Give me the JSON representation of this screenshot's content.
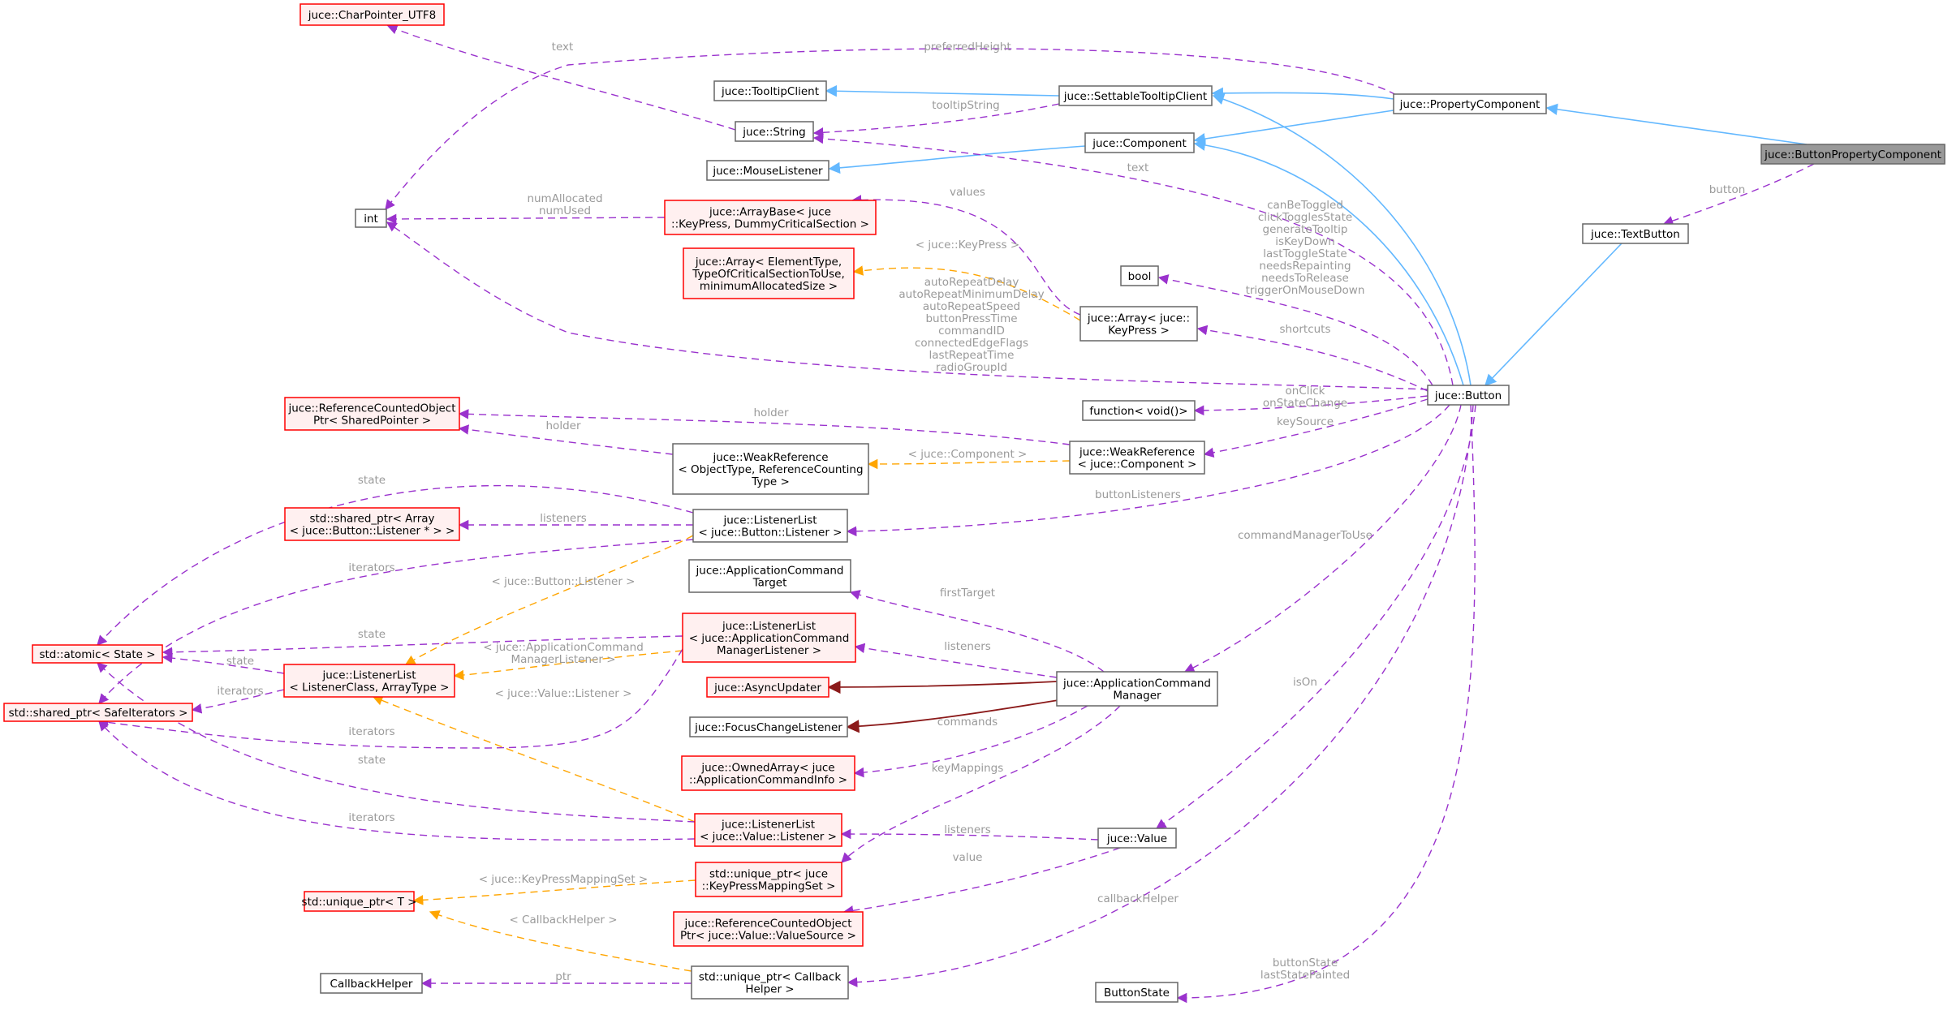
{
  "colors": {
    "node_border": "#666666",
    "node_border_incomplete": "#ff0000",
    "node_fill_incomplete": "#fff0f0",
    "node_fill_highlight": "#999999",
    "inherit_edge": "#63b8ff",
    "usage_edge": "#9a32cd",
    "template_edge": "#ffa500",
    "private_inherit_edge": "#8b1a1a",
    "edge_label": "#9a9a9a"
  },
  "nodes": {
    "charpointer": {
      "lines": [
        "juce::CharPointer_UTF8"
      ]
    },
    "tooltipclient": {
      "lines": [
        "juce::TooltipClient"
      ]
    },
    "settabletooltip": {
      "lines": [
        "juce::SettableTooltipClient"
      ]
    },
    "propertycomponent": {
      "lines": [
        "juce::PropertyComponent"
      ]
    },
    "buttonpropertycomponent": {
      "lines": [
        "juce::ButtonPropertyComponent"
      ]
    },
    "string": {
      "lines": [
        "juce::String"
      ]
    },
    "component": {
      "lines": [
        "juce::Component"
      ]
    },
    "mouselistener": {
      "lines": [
        "juce::MouseListener"
      ]
    },
    "int": {
      "lines": [
        "int"
      ]
    },
    "arraybase": {
      "lines": [
        "juce::ArrayBase< juce",
        "::KeyPress, DummyCriticalSection >"
      ]
    },
    "textbutton": {
      "lines": [
        "juce::TextButton"
      ]
    },
    "arraygeneric": {
      "lines": [
        "juce::Array< ElementType,",
        "TypeOfCriticalSectionToUse,",
        "minimumAllocatedSize >"
      ]
    },
    "bool": {
      "lines": [
        "bool"
      ]
    },
    "arraykeypress": {
      "lines": [
        "juce::Array< juce::",
        "KeyPress >"
      ]
    },
    "refcountedsp": {
      "lines": [
        "juce::ReferenceCountedObject",
        "Ptr< SharedPointer >"
      ]
    },
    "function": {
      "lines": [
        "function< void()>"
      ]
    },
    "button": {
      "lines": [
        "juce::Button"
      ]
    },
    "weakrefgeneric": {
      "lines": [
        "juce::WeakReference",
        "< ObjectType, ReferenceCounting",
        "Type >"
      ]
    },
    "weakrefcomp": {
      "lines": [
        "juce::WeakReference",
        "< juce::Component >"
      ]
    },
    "sharedptrarray": {
      "lines": [
        "std::shared_ptr< Array",
        "< juce::Button::Listener * > >"
      ]
    },
    "llbutton": {
      "lines": [
        "juce::ListenerList",
        "< juce::Button::Listener >"
      ]
    },
    "appcmdtarget": {
      "lines": [
        "juce::ApplicationCommand",
        "Target"
      ]
    },
    "atomic": {
      "lines": [
        "std::atomic< State >"
      ]
    },
    "llappcmd": {
      "lines": [
        "juce::ListenerList",
        "< juce::ApplicationCommand",
        "ManagerListener >"
      ]
    },
    "llgeneric": {
      "lines": [
        "juce::ListenerList",
        "< ListenerClass, ArrayType >"
      ]
    },
    "sharedptriter": {
      "lines": [
        "std::shared_ptr< SafeIterators >"
      ]
    },
    "asyncupdater": {
      "lines": [
        "juce::AsyncUpdater"
      ]
    },
    "appcmdmanager": {
      "lines": [
        "juce::ApplicationCommand",
        "Manager"
      ]
    },
    "focuschange": {
      "lines": [
        "juce::FocusChangeListener"
      ]
    },
    "ownedarray": {
      "lines": [
        "juce::OwnedArray< juce",
        "::ApplicationCommandInfo >"
      ]
    },
    "llvalue": {
      "lines": [
        "juce::ListenerList",
        "< juce::Value::Listener >"
      ]
    },
    "value": {
      "lines": [
        "juce::Value"
      ]
    },
    "uniqueptrkpms": {
      "lines": [
        "std::unique_ptr< juce",
        "::KeyPressMappingSet >"
      ]
    },
    "uniqueptrt": {
      "lines": [
        "std::unique_ptr< T >"
      ]
    },
    "refcountedvs": {
      "lines": [
        "juce::ReferenceCountedObject",
        "Ptr< juce::Value::ValueSource >"
      ]
    },
    "callbackhelper": {
      "lines": [
        "CallbackHelper"
      ]
    },
    "uniqueptrcb": {
      "lines": [
        "std::unique_ptr< Callback",
        "Helper >"
      ]
    },
    "buttonstate": {
      "lines": [
        "ButtonState"
      ]
    }
  },
  "edge_labels": {
    "text_charpointer": [
      "text"
    ],
    "preferredheight": [
      "preferredHeight"
    ],
    "tooltipstring": [
      "tooltipString"
    ],
    "text_button": [
      "text"
    ],
    "button_label": [
      "button"
    ],
    "numallocated": [
      "numAllocated",
      "numUsed"
    ],
    "values": [
      "values"
    ],
    "templ_keypress": [
      "< juce::KeyPress >"
    ],
    "bool_flags": [
      "canBeToggled",
      "clickTogglesState",
      "generateTooltip",
      "isKeyDown",
      "lastToggleState",
      "needsRepainting",
      "needsToRelease",
      "triggerOnMouseDown"
    ],
    "int_flags": [
      "autoRepeatDelay",
      "autoRepeatMinimumDelay",
      "autoRepeatSpeed",
      "buttonPressTime",
      "commandID",
      "connectedEdgeFlags",
      "lastRepeatTime",
      "radioGroupId"
    ],
    "shortcuts": [
      "shortcuts"
    ],
    "onclick": [
      "onClick",
      "onStateChange"
    ],
    "keysource": [
      "keySource"
    ],
    "holder1": [
      "holder"
    ],
    "holder2": [
      "holder"
    ],
    "templ_component": [
      "< juce::Component >"
    ],
    "state1": [
      "state"
    ],
    "listeners1": [
      "listeners"
    ],
    "buttonlisteners": [
      "buttonListeners"
    ],
    "iterators1": [
      "iterators"
    ],
    "templ_buttonlistener": [
      "< juce::Button::Listener >"
    ],
    "commandmanagertouse": [
      "commandManagerToUse"
    ],
    "firsttarget": [
      "firstTarget"
    ],
    "state2": [
      "state"
    ],
    "listeners2": [
      "listeners"
    ],
    "templ_appcmd": [
      "< juce::ApplicationCommand",
      "ManagerListener >"
    ],
    "state3": [
      "state"
    ],
    "iterators2": [
      "iterators"
    ],
    "templ_valuelistener": [
      "< juce::Value::Listener >"
    ],
    "commands": [
      "commands"
    ],
    "ison": [
      "isOn"
    ],
    "iterators3": [
      "iterators"
    ],
    "state4": [
      "state"
    ],
    "keymappings": [
      "keyMappings"
    ],
    "iterators4": [
      "iterators"
    ],
    "listeners3": [
      "listeners"
    ],
    "value_label": [
      "value"
    ],
    "templ_kpms": [
      "< juce::KeyPressMappingSet >"
    ],
    "callbackhelper_label": [
      "callbackHelper"
    ],
    "templ_callbackhelper": [
      "< CallbackHelper >"
    ],
    "ptr": [
      "ptr"
    ],
    "buttonstate_label": [
      "buttonState",
      "lastStatePainted"
    ]
  }
}
